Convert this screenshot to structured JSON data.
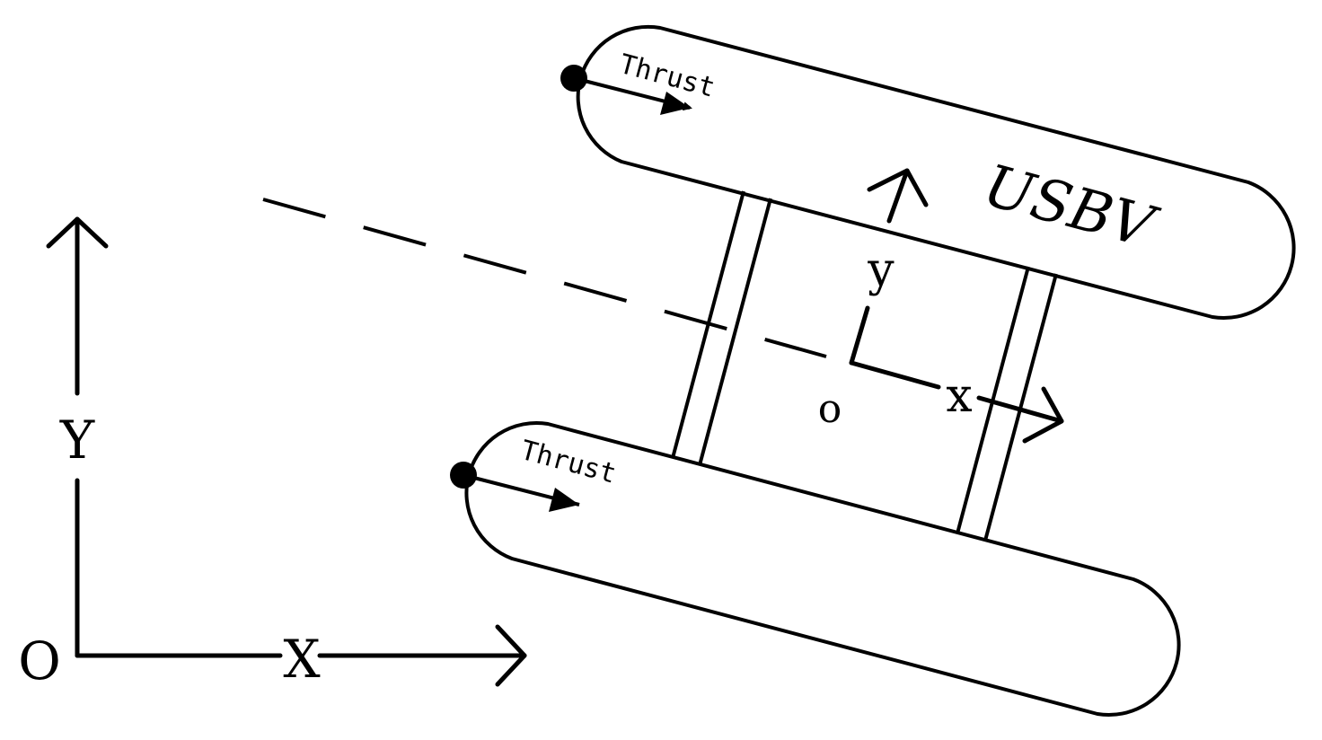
{
  "diagram": {
    "vessel_label": "USBV",
    "thrust_top": "Thrust",
    "thrust_bottom": "Thrust",
    "global_frame": {
      "x_axis": "X",
      "y_axis": "Y",
      "origin": "O"
    },
    "body_frame": {
      "x_axis": "x",
      "y_axis": "y",
      "origin": "o"
    }
  }
}
